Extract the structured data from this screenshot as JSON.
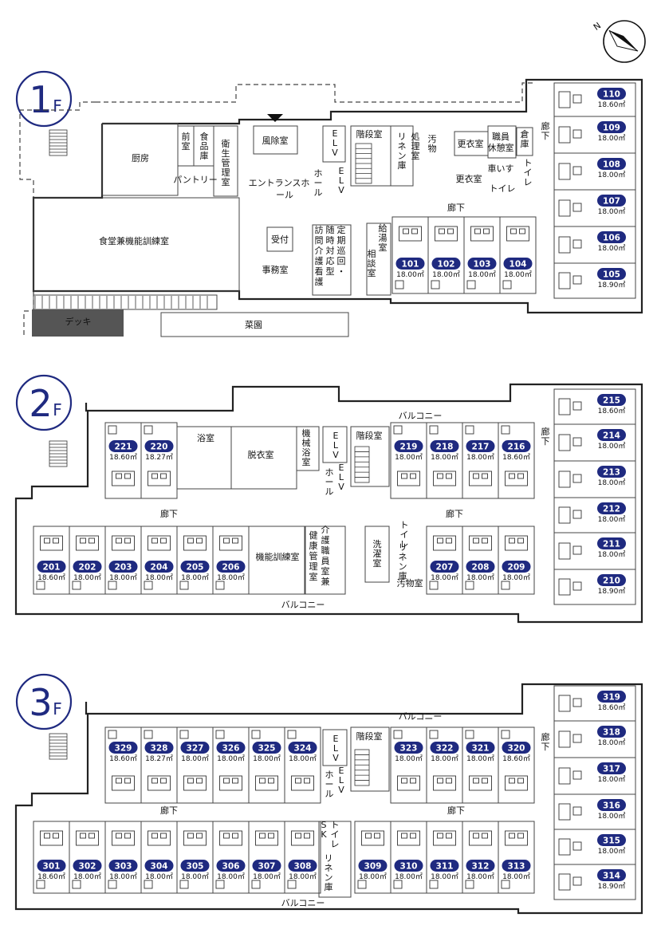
{
  "compass": {
    "north_label": "N"
  },
  "floors": [
    {
      "label": "1",
      "suffix": "F",
      "rooms_upper_right": [
        {
          "num": "110",
          "area": "18.60㎡"
        },
        {
          "num": "109",
          "area": "18.00㎡"
        },
        {
          "num": "108",
          "area": "18.00㎡"
        },
        {
          "num": "107",
          "area": "18.00㎡"
        },
        {
          "num": "106",
          "area": "18.00㎡"
        },
        {
          "num": "105",
          "area": "18.90㎡"
        }
      ],
      "rooms_bottom": [
        {
          "num": "101",
          "area": "18.00㎡"
        },
        {
          "num": "102",
          "area": "18.00㎡"
        },
        {
          "num": "103",
          "area": "18.00㎡"
        },
        {
          "num": "104",
          "area": "18.00㎡"
        }
      ],
      "labels": {
        "kitchen": "厨房",
        "front_room": "前室",
        "food_storage": "食品庫",
        "hygiene": "衛生管理室",
        "pantry": "パントリー",
        "windbreak": "風除室",
        "entrance_hall": "エントランスホール",
        "elv": "ELV",
        "hall": "ホール",
        "stairs": "階段室",
        "linen": "リネン庫",
        "processing": "処理室",
        "dirty": "汚物",
        "changing": "更衣室",
        "staff_rest": "職員休憩室",
        "warehouse": "倉庫",
        "toilet": "トイレ",
        "changing2": "更衣室",
        "wheelchair_toilet": "車いすトイレ",
        "corridor": "廊下",
        "corridor2": "廊下",
        "dining": "食堂兼機能訓練室",
        "reception": "受付",
        "office": "事務室",
        "home_care": "定期巡回・随時対応型訪問介護看護",
        "water_heater": "給湯室",
        "consultation": "相談室",
        "deck": "デッキ",
        "garden": "菜園"
      }
    },
    {
      "label": "2",
      "suffix": "F",
      "rooms_upper_right": [
        {
          "num": "215",
          "area": "18.60㎡"
        },
        {
          "num": "214",
          "area": "18.00㎡"
        },
        {
          "num": "213",
          "area": "18.00㎡"
        },
        {
          "num": "212",
          "area": "18.00㎡"
        },
        {
          "num": "211",
          "area": "18.00㎡"
        },
        {
          "num": "210",
          "area": "18.90㎡"
        }
      ],
      "rooms_top": [
        {
          "num": "221",
          "area": "18.60㎡"
        },
        {
          "num": "220",
          "area": "18.27㎡"
        },
        {
          "num": "219",
          "area": "18.00㎡"
        },
        {
          "num": "218",
          "area": "18.00㎡"
        },
        {
          "num": "217",
          "area": "18.00㎡"
        },
        {
          "num": "216",
          "area": "18.60㎡"
        }
      ],
      "rooms_bottom": [
        {
          "num": "201",
          "area": "18.60㎡"
        },
        {
          "num": "202",
          "area": "18.00㎡"
        },
        {
          "num": "203",
          "area": "18.00㎡"
        },
        {
          "num": "204",
          "area": "18.00㎡"
        },
        {
          "num": "205",
          "area": "18.00㎡"
        },
        {
          "num": "206",
          "area": "18.00㎡"
        },
        {
          "num": "207",
          "area": "18.00㎡"
        },
        {
          "num": "208",
          "area": "18.00㎡"
        },
        {
          "num": "209",
          "area": "18.00㎡"
        }
      ],
      "labels": {
        "balcony_top": "バルコニー",
        "balcony_bottom": "バルコニー",
        "bath": "浴室",
        "dressing": "脱衣室",
        "machine": "機械浴室",
        "elv": "ELV",
        "hall": "ホール",
        "stairs": "階段室",
        "corridor_left": "廊下",
        "corridor_right": "廊下",
        "corridor_side": "廊下",
        "training": "機能訓練室",
        "care_staff": "介護職員室兼健康管理室",
        "laundry": "洗濯室",
        "linen": "リネン庫",
        "toilet": "トイレ",
        "dirty": "汚物室"
      }
    },
    {
      "label": "3",
      "suffix": "F",
      "rooms_upper_right": [
        {
          "num": "319",
          "area": "18.60㎡"
        },
        {
          "num": "318",
          "area": "18.00㎡"
        },
        {
          "num": "317",
          "area": "18.00㎡"
        },
        {
          "num": "316",
          "area": "18.00㎡"
        },
        {
          "num": "315",
          "area": "18.00㎡"
        },
        {
          "num": "314",
          "area": "18.90㎡"
        }
      ],
      "rooms_top": [
        {
          "num": "329",
          "area": "18.60㎡"
        },
        {
          "num": "328",
          "area": "18.27㎡"
        },
        {
          "num": "327",
          "area": "18.00㎡"
        },
        {
          "num": "326",
          "area": "18.00㎡"
        },
        {
          "num": "325",
          "area": "18.00㎡"
        },
        {
          "num": "324",
          "area": "18.00㎡"
        },
        {
          "num": "323",
          "area": "18.00㎡"
        },
        {
          "num": "322",
          "area": "18.00㎡"
        },
        {
          "num": "321",
          "area": "18.00㎡"
        },
        {
          "num": "320",
          "area": "18.60㎡"
        }
      ],
      "rooms_bottom": [
        {
          "num": "301",
          "area": "18.60㎡"
        },
        {
          "num": "302",
          "area": "18.00㎡"
        },
        {
          "num": "303",
          "area": "18.00㎡"
        },
        {
          "num": "304",
          "area": "18.00㎡"
        },
        {
          "num": "305",
          "area": "18.00㎡"
        },
        {
          "num": "306",
          "area": "18.00㎡"
        },
        {
          "num": "307",
          "area": "18.00㎡"
        },
        {
          "num": "308",
          "area": "18.00㎡"
        },
        {
          "num": "309",
          "area": "18.00㎡"
        },
        {
          "num": "310",
          "area": "18.00㎡"
        },
        {
          "num": "311",
          "area": "18.00㎡"
        },
        {
          "num": "312",
          "area": "18.00㎡"
        },
        {
          "num": "313",
          "area": "18.00㎡"
        }
      ],
      "labels": {
        "balcony_top": "バルコニー",
        "balcony_bottom": "バルコニー",
        "elv": "ELV",
        "hall": "ホール",
        "stairs": "階段室",
        "corridor_left": "廊下",
        "corridor_right": "廊下",
        "corridor_side": "廊下",
        "sk": "SK",
        "toilet": "トイレ",
        "linen": "リネン庫"
      }
    }
  ],
  "colors": {
    "badge": "#1f2a80",
    "floor_circle": "#1f2a80"
  }
}
